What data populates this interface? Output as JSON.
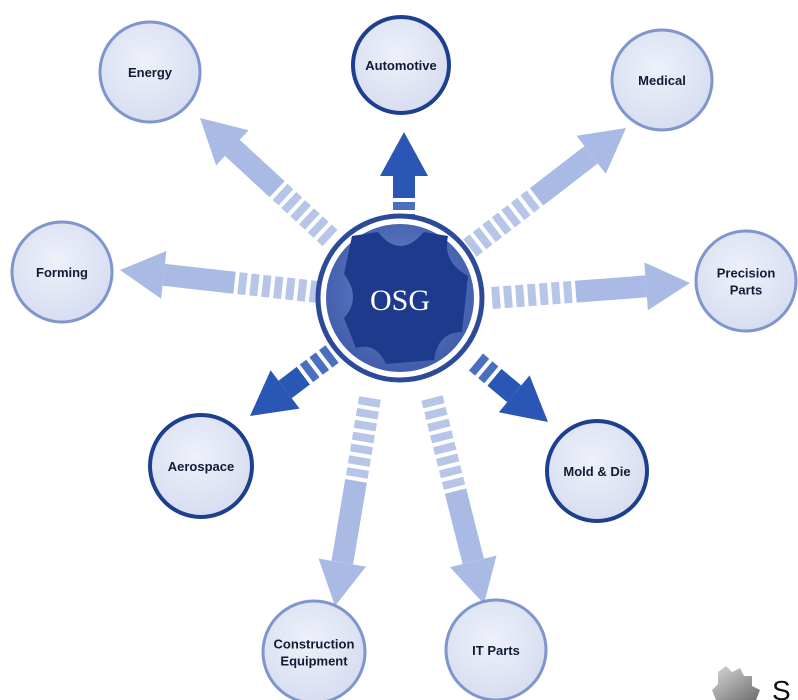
{
  "logo": {
    "text": "OSG"
  },
  "industries": [
    {
      "id": "energy",
      "lines": [
        "Energy"
      ],
      "style": "light"
    },
    {
      "id": "automotive",
      "lines": [
        "Automotive"
      ],
      "style": "dark"
    },
    {
      "id": "medical",
      "lines": [
        "Medical"
      ],
      "style": "light"
    },
    {
      "id": "forming",
      "lines": [
        "Forming"
      ],
      "style": "light"
    },
    {
      "id": "precision-parts",
      "lines": [
        "Precision",
        "Parts"
      ],
      "style": "light"
    },
    {
      "id": "aerospace",
      "lines": [
        "Aerospace"
      ],
      "style": "dark"
    },
    {
      "id": "mold-die",
      "lines": [
        "Mold & Die"
      ],
      "style": "dark"
    },
    {
      "id": "construction-equipment",
      "lines": [
        "Construction",
        "Equipment"
      ],
      "style": "light"
    },
    {
      "id": "it-parts",
      "lines": [
        "IT Parts"
      ],
      "style": "light"
    }
  ],
  "more_indicator": {
    "text": "S",
    "icon": "gear-icon"
  },
  "colors": {
    "circle_fill": "#dfe4f4",
    "circle_stroke_light": "#7f95cc",
    "circle_stroke_dark": "#1c3f8e",
    "hub_fill": "#4a67b6",
    "hub_ring": "#2c4a97",
    "logo_fill": "#1d3a8c",
    "arrow_dark": "#2a56b5",
    "arrow_light": "#a9bbe4"
  }
}
